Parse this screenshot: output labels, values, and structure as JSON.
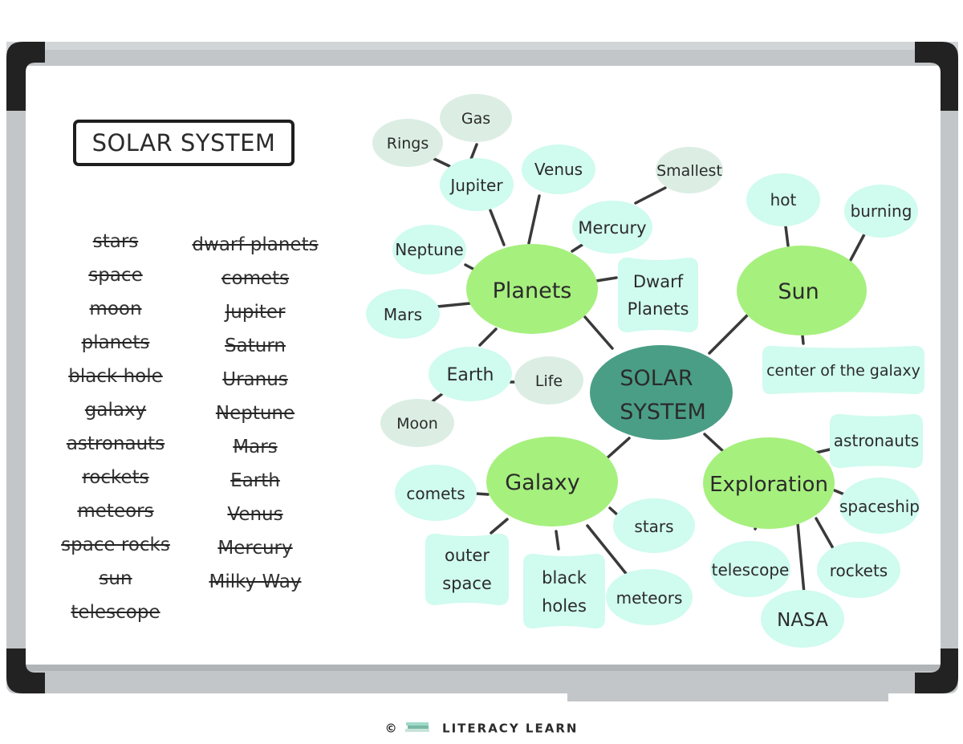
{
  "title": "SOLAR SYSTEM",
  "word_list": {
    "column1": [
      "stars",
      "space",
      "moon",
      "planets",
      "black hole",
      "galaxy",
      "astronauts",
      "rockets",
      "meteors",
      "space rocks",
      "sun",
      "telescope"
    ],
    "column2": [
      "dwarf planets",
      "comets",
      "Jupiter",
      "Saturn",
      "Uranus",
      "Neptune",
      "Mars",
      "Earth",
      "Venus",
      "Mercury",
      "Milky Way"
    ]
  },
  "map": {
    "center": [
      "SOLAR",
      "SYSTEM"
    ],
    "planets": "Planets",
    "sun": "Sun",
    "galaxy": "Galaxy",
    "exploration": "Exploration",
    "jupiter": "Jupiter",
    "rings": "Rings",
    "gas": "Gas",
    "venus": "Venus",
    "mercury": "Mercury",
    "smallest": "Smallest",
    "neptune": "Neptune",
    "mars": "Mars",
    "earth": "Earth",
    "life": "Life",
    "moon": "Moon",
    "dwarf_planets": [
      "Dwarf",
      "Planets"
    ],
    "hot": "hot",
    "burning": "burning",
    "center_galaxy": "center of the galaxy",
    "comets": "comets",
    "outer_space": [
      "outer",
      "space"
    ],
    "black_holes": [
      "black",
      "holes"
    ],
    "stars": "stars",
    "meteors": "meteors",
    "astronauts": "astronauts",
    "spaceship": "spaceship",
    "telescope": "telescope",
    "rockets": "rockets",
    "nasa": "NASA"
  },
  "footer": {
    "symbol": "©",
    "brand": "LITERACY LEARN"
  },
  "colors": {
    "center": "#4a9e86",
    "main": "#a6f07e",
    "leaf": "#d0fbef",
    "pale": "#dceee4",
    "frame": "#c3c6c9",
    "corner": "#222222"
  }
}
